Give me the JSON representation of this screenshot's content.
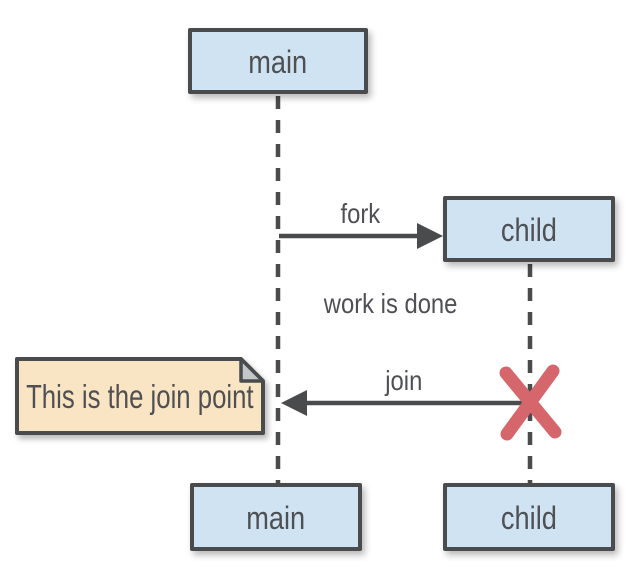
{
  "diagram_type": "uml-sequence-fork-join",
  "actors": {
    "main_top": "main",
    "child_top": "child",
    "main_bottom": "main",
    "child_bottom": "child"
  },
  "messages": {
    "fork": "fork",
    "join": "join",
    "status": "work is done"
  },
  "note": {
    "text": "This is the join point"
  },
  "icons": {
    "x_mark": "thread-termination-x",
    "note_fold": "folded-corner"
  },
  "colors": {
    "background": "#ffffff",
    "actor_fill": "#cfe3f2",
    "stroke": "#4a4b4d",
    "text": "#4f5054",
    "note_fill": "#f9e4c3",
    "note_fold": "#c3c7c9",
    "x_mark": "#d5666b"
  }
}
